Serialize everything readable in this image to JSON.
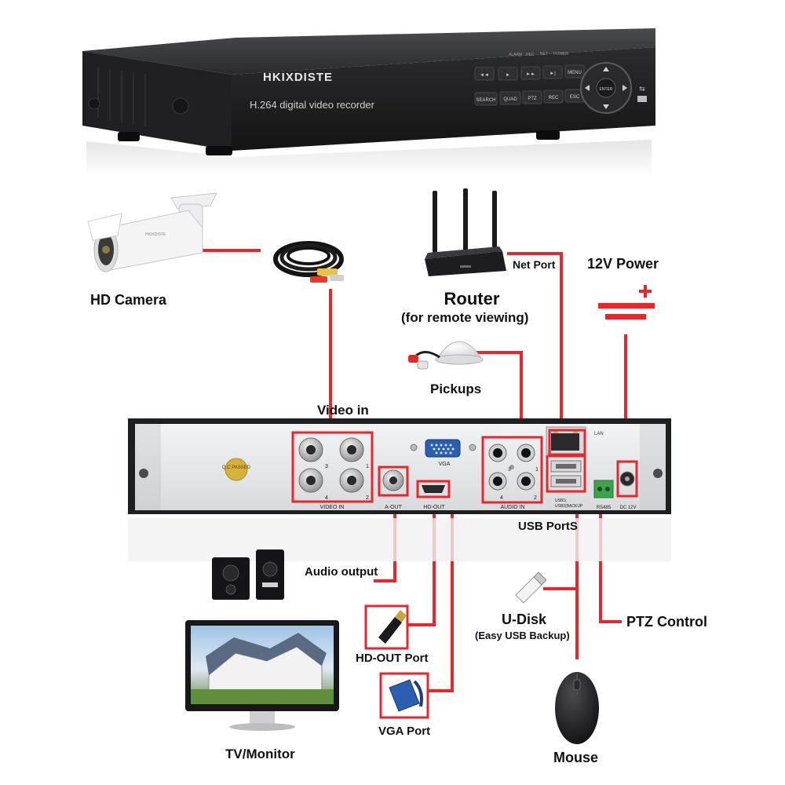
{
  "dvr": {
    "brand": "HKIXDISTE",
    "model_text": "H.264 digital video recorder",
    "front_indicators": [
      "ALARM",
      "REC",
      "NET",
      "POWER"
    ],
    "front_buttons_row1": [
      "◄◄",
      "►",
      "►►",
      "►|",
      "MENU"
    ],
    "front_buttons_row2": [
      "SEARCH",
      "QUAD",
      "PTZ",
      "REC",
      "ESC"
    ],
    "nav_center": "ENTER"
  },
  "rear_panel": {
    "video_in": "VIDEO IN",
    "a_out": "A-OUT",
    "hd_out": "HD-OUT",
    "vga": "VGA",
    "audio_in": "AUDIO IN",
    "lan": "LAN",
    "usb1": "USB1(",
    "usb2": "USB2(BACKUP",
    "rs485": "RS485",
    "dc": "DC 12V",
    "qc": "Q.C PASSED",
    "port_numbers": [
      "3",
      "1",
      "4",
      "2"
    ]
  },
  "labels": {
    "hd_camera": "HD Camera",
    "router": "Router",
    "router_sub": "(for remote viewing)",
    "net_port": "Net Port",
    "power": "12V Power",
    "pickups": "Pickups",
    "video_in": "Video in",
    "usb_ports": "USB PortS",
    "audio_output": "Audio output",
    "u_disk": "U-Disk",
    "u_disk_sub": "(Easy USB Backup)",
    "ptz_control": "PTZ Control",
    "hd_out_port": "HD-OUT Port",
    "vga_port": "VGA Port",
    "tv_monitor": "TV/Monitor",
    "mouse": "Mouse"
  },
  "colors": {
    "wire": "#e8262e",
    "dvr_body": "#1f1f21",
    "panel": "#e6e7e9"
  }
}
